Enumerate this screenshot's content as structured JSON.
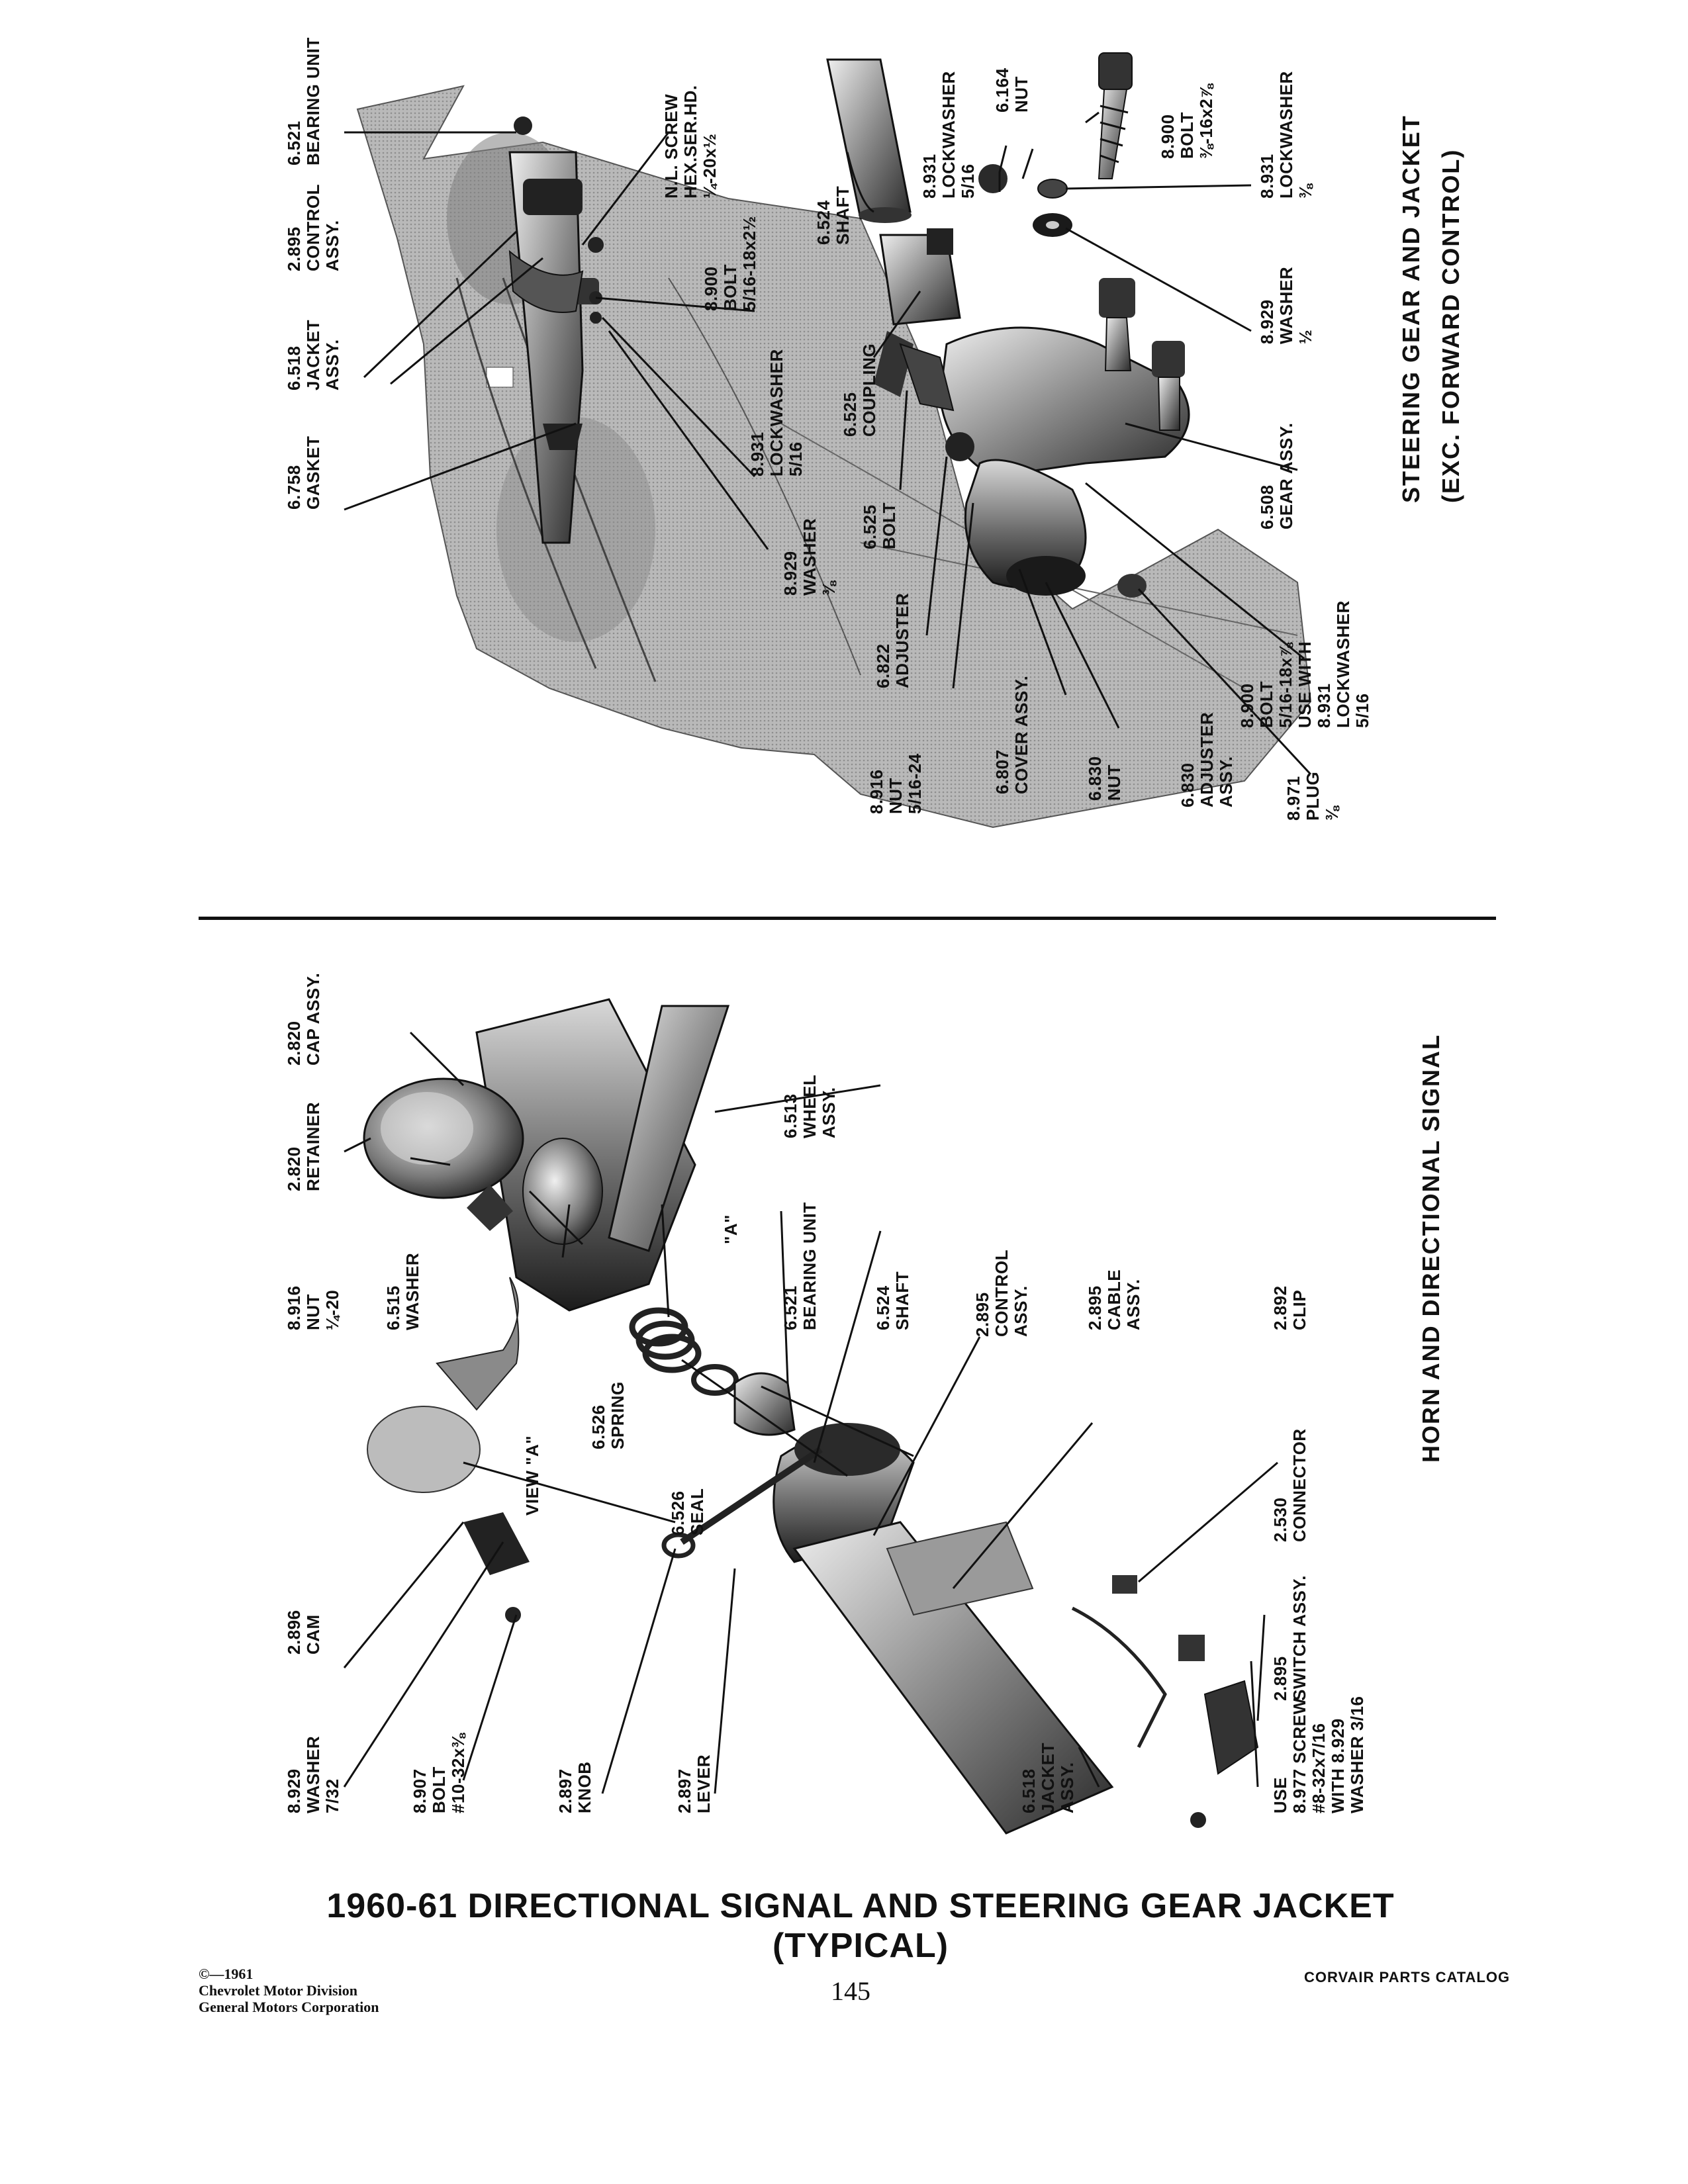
{
  "header": {
    "title": "1960-61 DIRECTIONAL SIGNAL AND STEERING GEAR JACKET (TYPICAL)"
  },
  "sections": {
    "steering": [
      "STEERING GEAR AND JACKET",
      "(EXC. FORWARD CONTROL)"
    ],
    "horn": "HORN AND DIRECTIONAL SIGNAL"
  },
  "labels": {
    "gasket": "6.758\nGASKET",
    "jacket_top": "6.518\nJACKET\nASSY.",
    "control_top": "2.895\nCONTROL\nASSY.",
    "bearing_top": "6.521\nBEARING UNIT",
    "nl_screw": "N.L. SCREW\nHEX.SER.HD.\n¼-20x½",
    "bolt_top": "8.900\nBOLT\n5/16-18x2½",
    "lockwasher_top": "8.931\nLOCKWASHER\n5/16",
    "washer_top": "8.929\nWASHER\n⅜",
    "shaft_top": "6.524\nSHAFT",
    "coupling": "6.525\nCOUPLING",
    "coupling_bolt": "6.525\nBOLT",
    "adjuster_top": "6.822\nADJUSTER",
    "nut_516": "8.916\nNUT\n5/16-24",
    "cover": "6.807\nCOVER ASSY.",
    "nut_6830": "6.830\nNUT",
    "adjuster_assy": "6.830\nADJUSTER\nASSY.",
    "plug": "8.971\nPLUG\n⅜",
    "lockwasher_mid": "8.931\nLOCKWASHER\n5/16",
    "nut_164": "6.164\nNUT",
    "bolt_38": "8.900\nBOLT\n⅜-16x2⅞",
    "lockwasher_38": "8.931\nLOCKWASHER\n⅜",
    "washer_half": "8.929\nWASHER\n½",
    "gear_assy": "6.508\nGEAR ASSY.",
    "bolt_lower": "8.900\nBOLT\n5/16-18x⅞\nUSE WITH\n8.931\nLOCKWASHER\n5/16",
    "washer_732": "8.929\nWASHER\n7/32",
    "bolt_1032": "8.907\nBOLT\n#10-32x⅜",
    "knob": "2.897\nKNOB",
    "lever": "2.897\nLEVER",
    "jacket_low": "6.518\nJACKET\nASSY.",
    "use_screw": "USE\n8.977 SCREW\n#8-32x7/16\nWITH 8.929\nWASHER 3/16",
    "cam": "2.896\nCAM",
    "view_a": "VIEW \"A\"",
    "spring": "6.526\nSPRING",
    "seal": "6.526\nSEAL",
    "switch": "2.895\nSWITCH ASSY.",
    "connector": "2.530\nCONNECTOR",
    "nut_1420": "8.916\nNUT\n¼-20",
    "washer_515": "6.515\nWASHER",
    "bearing_low": "6.521\nBEARING UNIT",
    "shaft_low": "6.524\nSHAFT",
    "control_low": "2.895\nCONTROL\nASSY.",
    "cable": "2.895\nCABLE\nASSY.",
    "clip": "2.892\nCLIP",
    "retainer": "2.820\nRETAINER",
    "cap": "2.820\nCAP ASSY.",
    "wheel": "6.513\nWHEEL\nASSY.",
    "a_mark": "\"A\""
  },
  "footer": {
    "copyright": [
      "©—1961",
      "Chevrolet Motor Division",
      "General Motors Corporation"
    ],
    "page_number": "145",
    "catalog": "CORVAIR PARTS CATALOG"
  }
}
